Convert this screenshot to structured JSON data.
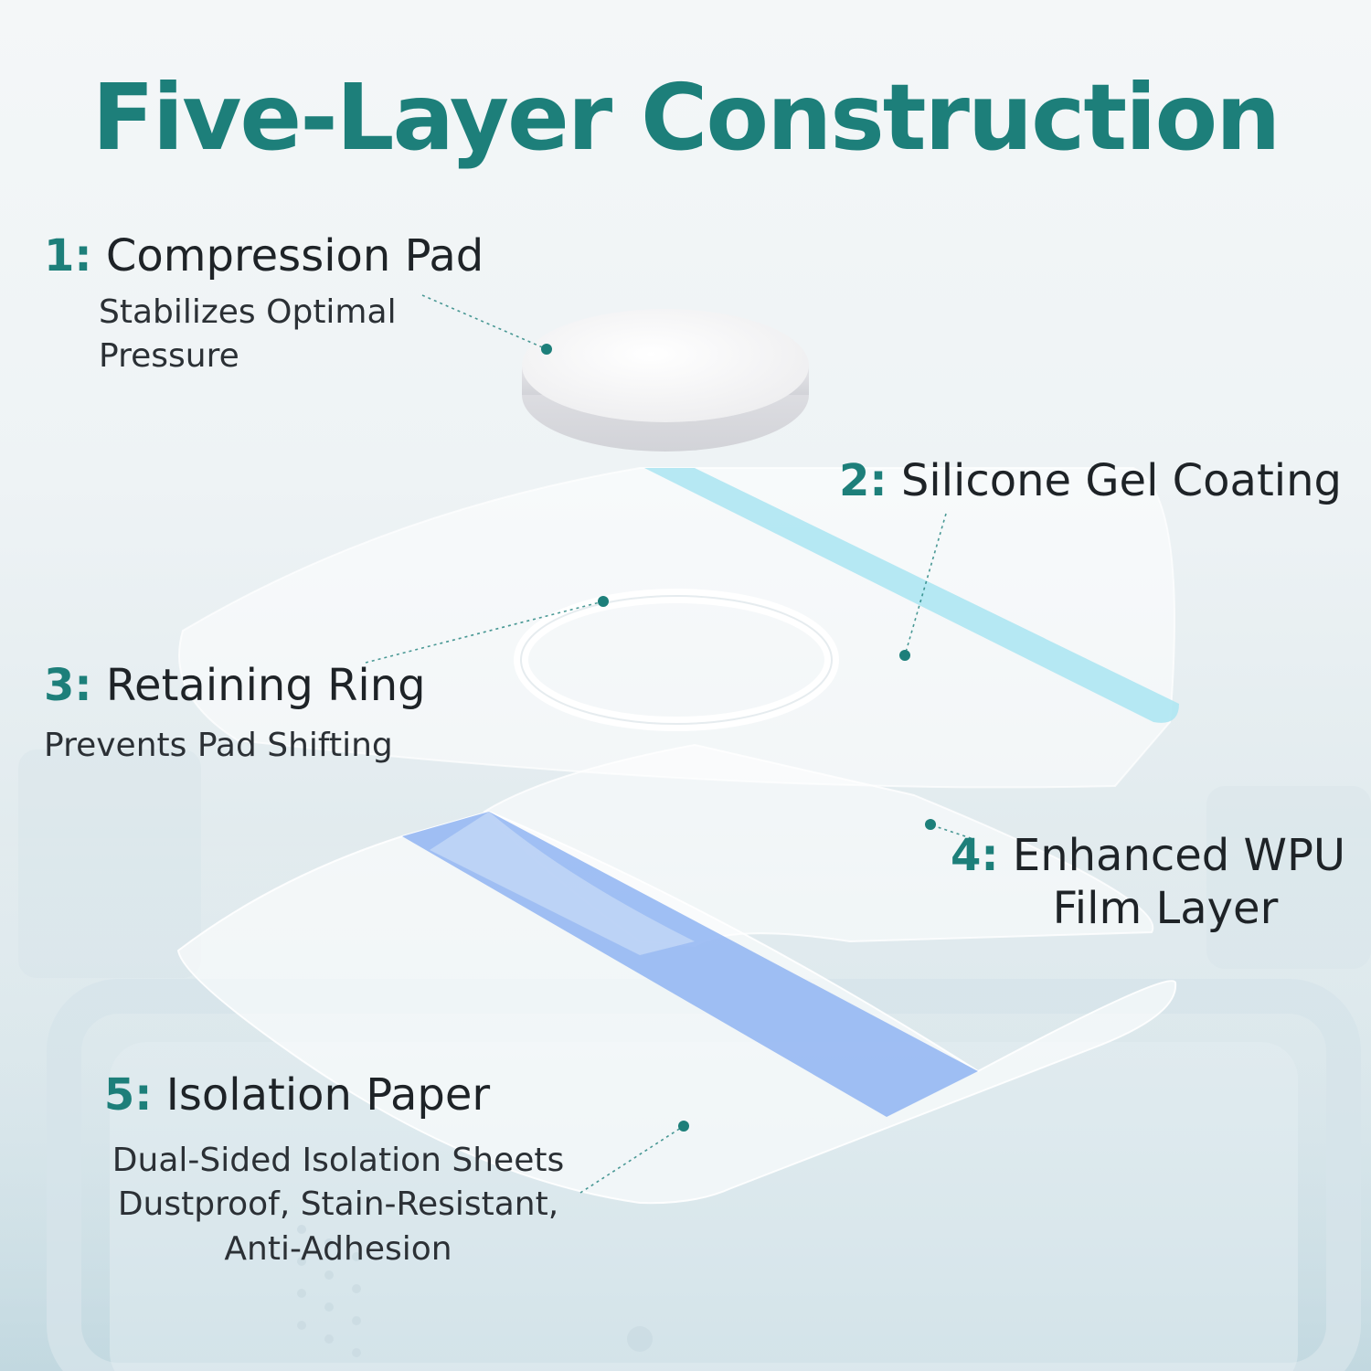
{
  "title": "Five-Layer Construction",
  "colors": {
    "accent": "#1d7f7a",
    "gel_stripe": "#aee6f2",
    "paper_stripe": "#8fb4f2"
  },
  "layers": [
    {
      "number": "1:",
      "name": "Compression Pad",
      "description": [
        "Stabilizes Optimal",
        "Pressure"
      ]
    },
    {
      "number": "2:",
      "name": "Silicone Gel Coating",
      "description": []
    },
    {
      "number": "3:",
      "name": "Retaining Ring",
      "description": [
        "Prevents Pad Shifting"
      ]
    },
    {
      "number": "4:",
      "name": "Enhanced WPU",
      "name_line2": "Film Layer",
      "description": []
    },
    {
      "number": "5:",
      "name": "Isolation Paper",
      "description": [
        "Dual-Sided Isolation Sheets",
        "Dustproof, Stain-Resistant,",
        "Anti-Adhesion"
      ]
    }
  ]
}
